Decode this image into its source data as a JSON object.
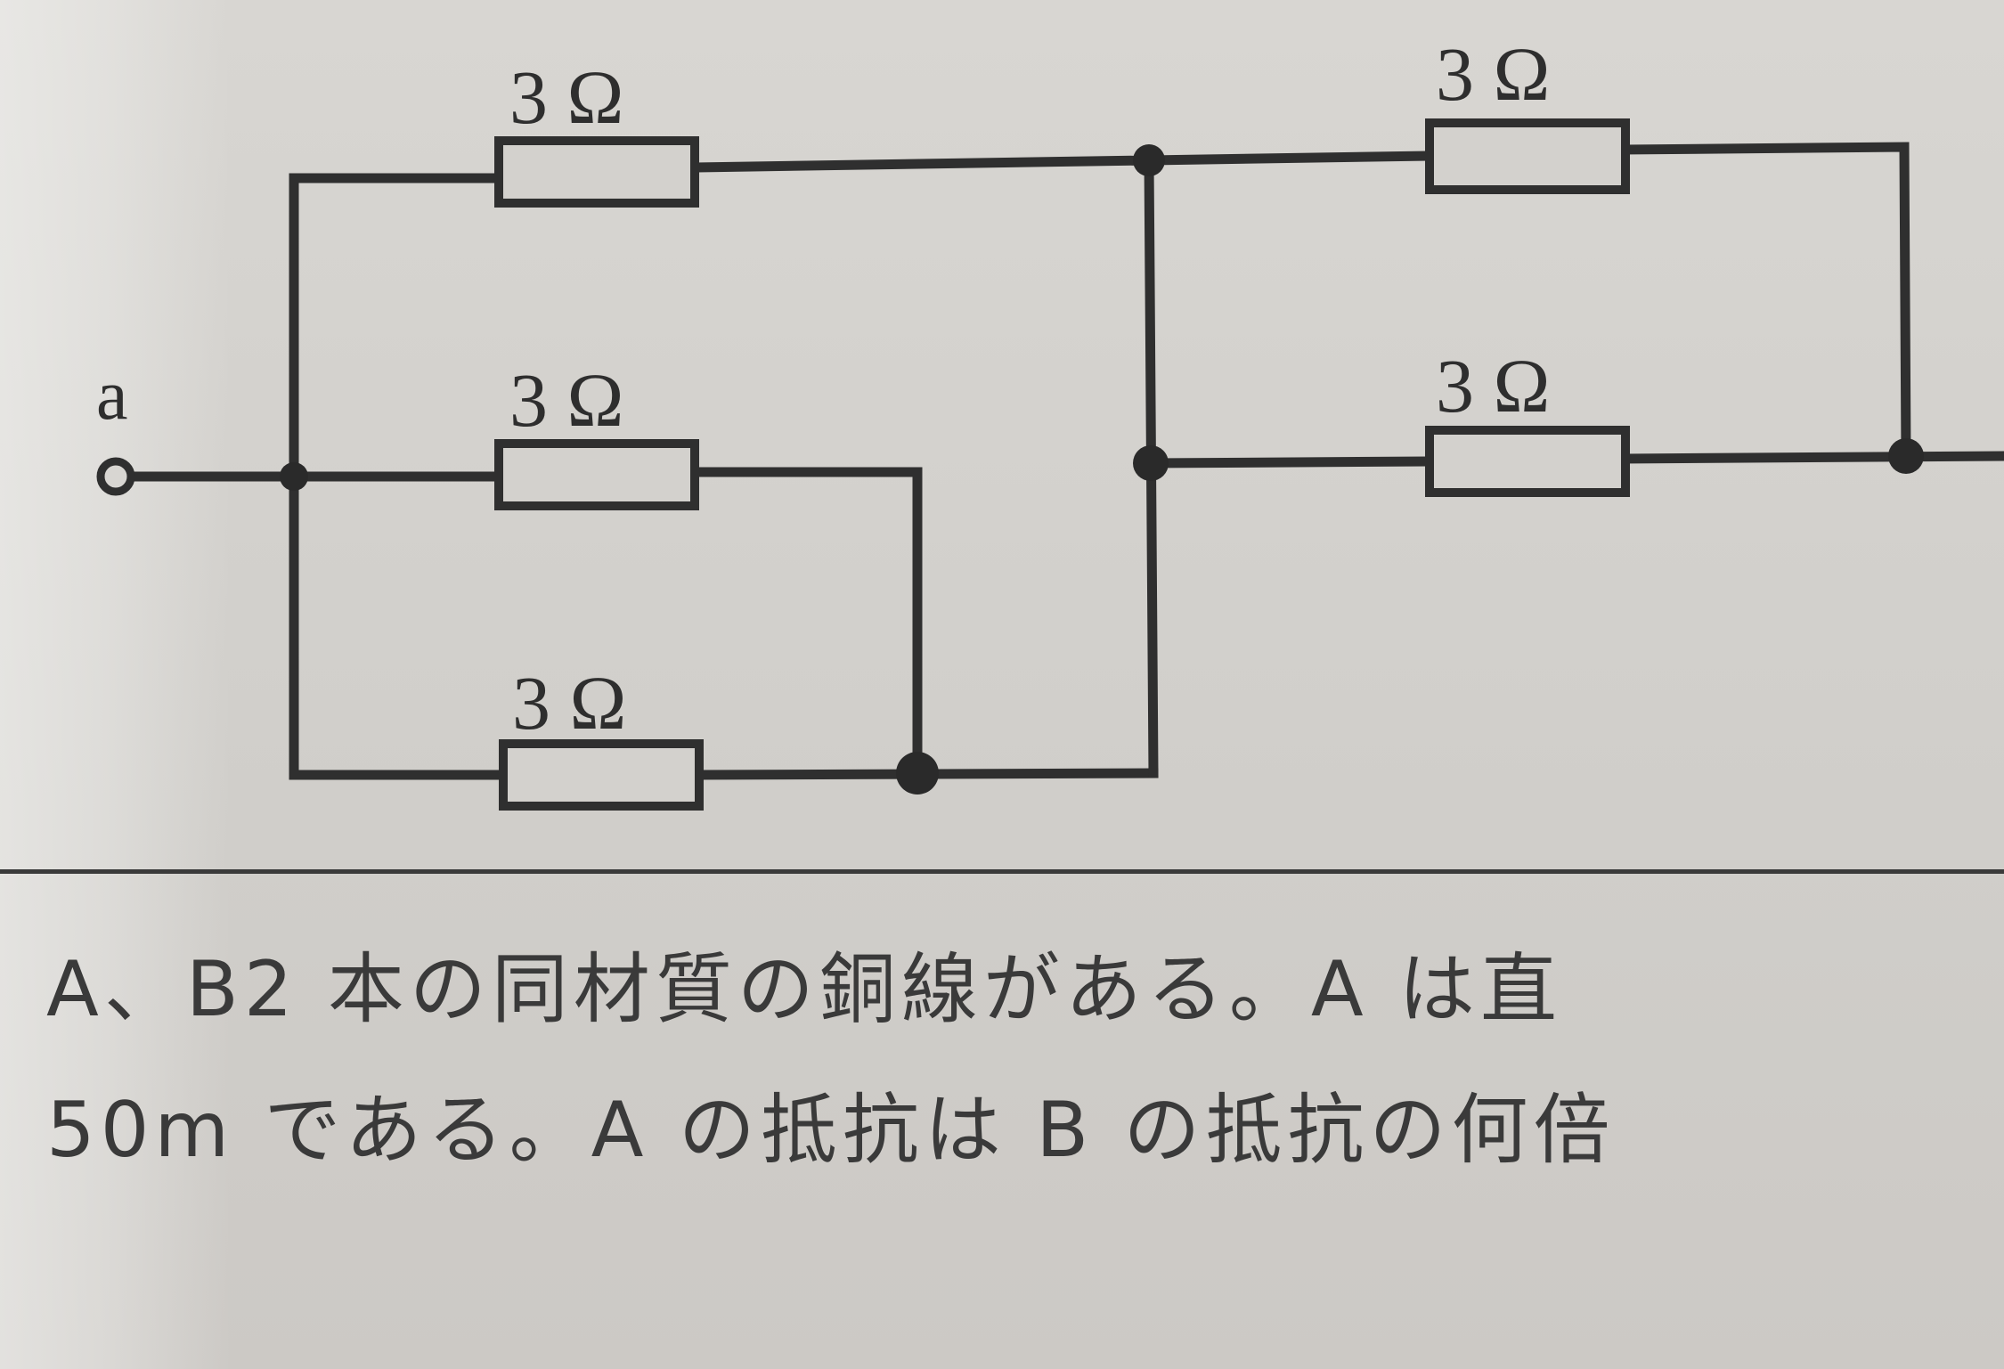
{
  "diagram": {
    "terminal_label": "a",
    "resistors": [
      {
        "id": "r1",
        "label": "3 Ω"
      },
      {
        "id": "r2",
        "label": "3 Ω"
      },
      {
        "id": "r3",
        "label": "3 Ω"
      },
      {
        "id": "r4",
        "label": "3 Ω"
      },
      {
        "id": "r5",
        "label": "3 Ω"
      }
    ]
  },
  "question": {
    "line1": "A、B2 本の同材質の銅線がある。A は直",
    "line2": "50m である。A の抵抗は B の抵抗の何倍"
  }
}
